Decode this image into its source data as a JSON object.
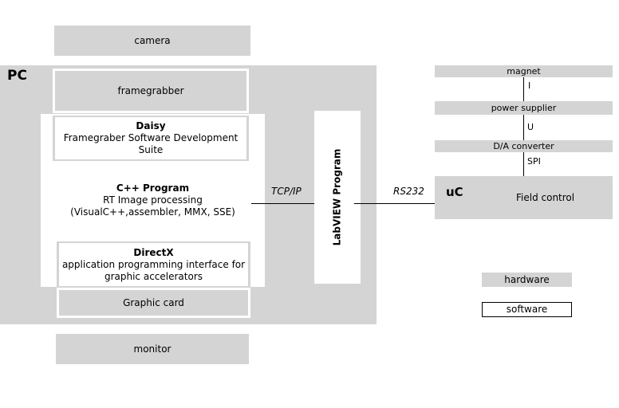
{
  "pc": {
    "title": "PC",
    "camera": "camera",
    "framegrabber": "framegrabber",
    "daisy": {
      "title": "Daisy",
      "line1": "Framegraber Software Development",
      "line2": "Suite"
    },
    "cpp": {
      "title": "C++ Program",
      "line1": "RT Image processing",
      "line2": "(VisualC++,assembler, MMX, SSE)"
    },
    "directx": {
      "title": "DirectX",
      "line1": "application programming interface for",
      "line2": "graphic accelerators"
    },
    "graphic_card": "Graphic card",
    "monitor": "monitor",
    "labview": "LabVIEW Program"
  },
  "links": {
    "tcpip": "TCP/IP",
    "rs232": "RS232"
  },
  "hw": {
    "magnet": "magnet",
    "current": "I",
    "power_supplier": "power supplier",
    "voltage": "U",
    "dac": "D/A converter",
    "spi": "SPI",
    "uc_title": "uC",
    "field_control": "Field control"
  },
  "legend": {
    "hardware": "hardware",
    "software": "software"
  }
}
